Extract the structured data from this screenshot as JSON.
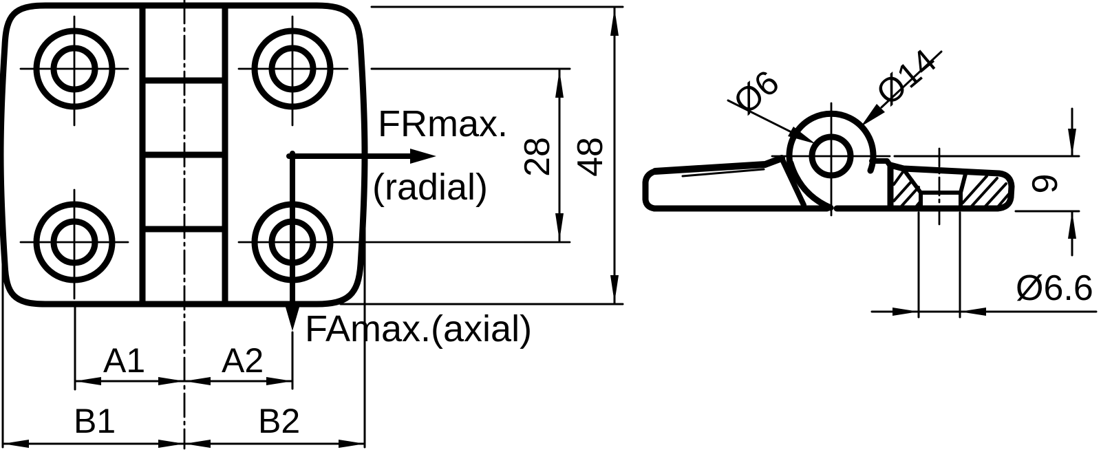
{
  "drawing": {
    "title": "hinge technical drawing, front view and side section view",
    "colors": {
      "line": "#000000",
      "background": "#ffffff"
    },
    "front_view": {
      "forces": {
        "radial": "FRmax.",
        "radial_note": "(radial)",
        "axial": "FAmax.(axial)"
      },
      "dimensions": {
        "hole_spacing_vertical": "28",
        "overall_height": "48",
        "a1": "A1",
        "a2": "A2",
        "b1": "B1",
        "b2": "B2"
      }
    },
    "side_view": {
      "dimensions": {
        "pin_bore": "Ø6",
        "knuckle_outer": "Ø14",
        "leaf_height": "9",
        "mounting_hole": "Ø6.6"
      }
    }
  }
}
